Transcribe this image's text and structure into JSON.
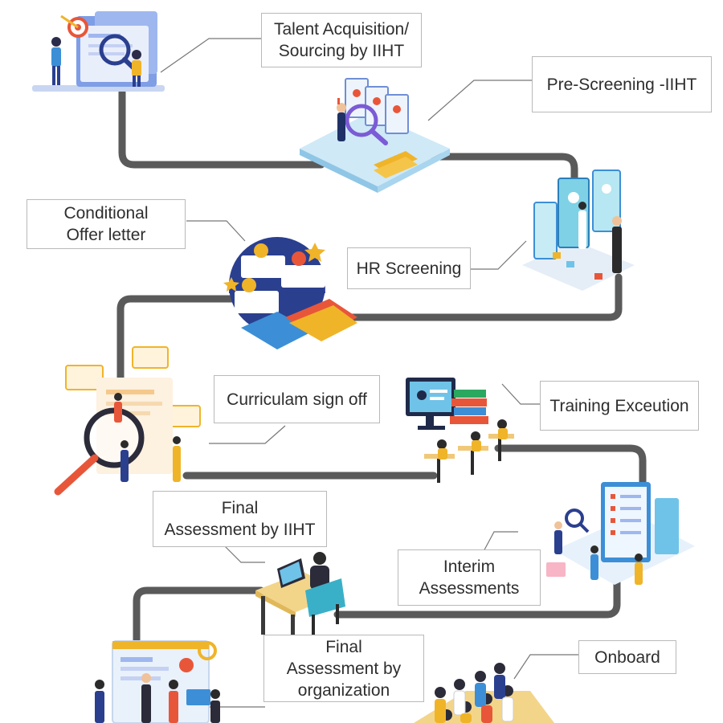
{
  "diagram": {
    "type": "process-roadmap",
    "path_color": "#5a5a5a",
    "accent_colors": [
      "#2b3f8f",
      "#3c8fd6",
      "#f0b429",
      "#e8563a",
      "#6fc3e8"
    ],
    "steps": [
      {
        "id": "talent-acquisition",
        "lines": [
          "Talent Acquisition/",
          "Sourcing by IIHT"
        ],
        "icon": "sourcing-laptop-magnifier-icon"
      },
      {
        "id": "pre-screening",
        "lines": [
          "Pre-Screening -IIHT"
        ],
        "icon": "isometric-profile-review-icon"
      },
      {
        "id": "hr-screening",
        "lines": [
          "HR Screening"
        ],
        "icon": "candidate-profiles-tablets-icon"
      },
      {
        "id": "conditional-offer",
        "lines": [
          "Conditional",
          "Offer letter"
        ],
        "icon": "offer-letter-rating-icon"
      },
      {
        "id": "curriculam-sign-off",
        "lines": [
          "Curriculam sign off"
        ],
        "icon": "document-review-magnifier-icon"
      },
      {
        "id": "training-exceution",
        "lines": [
          "Training Exceution"
        ],
        "icon": "classroom-training-icon"
      },
      {
        "id": "final-assessment-iiht",
        "lines": [
          "Final",
          "Assessment by IIHT"
        ],
        "icon": "desk-laptop-assessment-icon"
      },
      {
        "id": "interim-assessments",
        "lines": [
          "Interim",
          "Assessments"
        ],
        "icon": "checklist-board-icon"
      },
      {
        "id": "final-assessment-org",
        "lines": [
          "Final",
          "Assessment by",
          "organization"
        ],
        "icon": "team-dashboard-icon"
      },
      {
        "id": "onboard",
        "lines": [
          "Onboard"
        ],
        "icon": "onboarded-team-icon"
      }
    ]
  }
}
